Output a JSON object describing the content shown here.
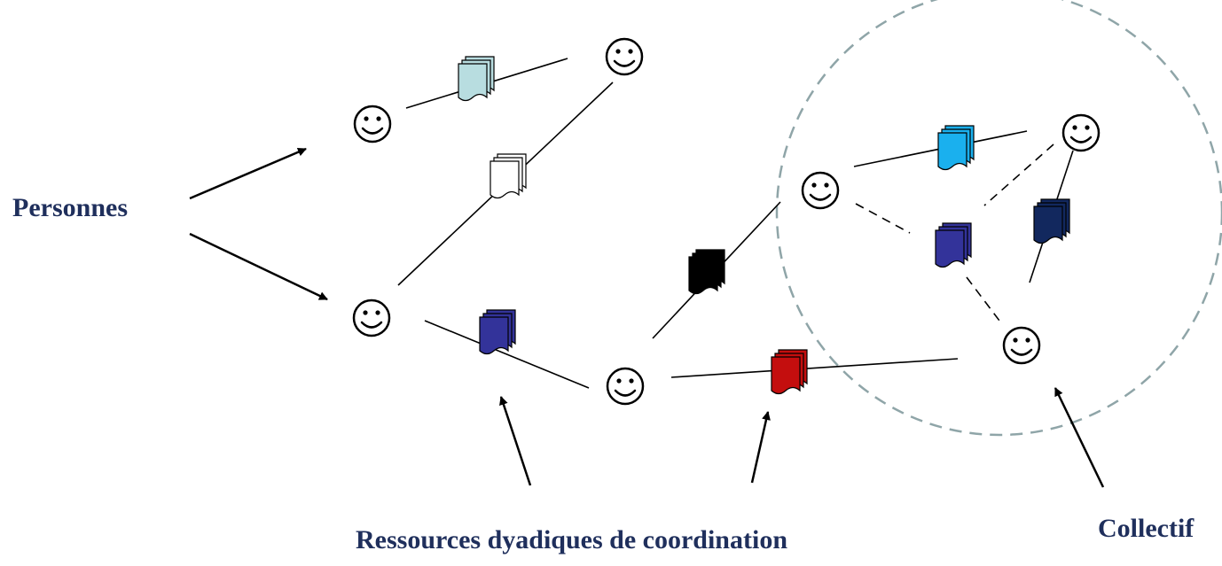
{
  "labels": {
    "personnes": "Personnes",
    "ressources": "Ressources dyadiques de coordination",
    "collectif": "Collectif"
  },
  "colors": {
    "label_text": "#1f2f5c",
    "line": "#000000",
    "circle_dash": "#8fa5a8",
    "doc_light_teal": "#b8dde0",
    "doc_white": "#ffffff",
    "doc_indigo": "#33339a",
    "doc_black": "#000000",
    "doc_red": "#c40e0e",
    "doc_sky_blue": "#1ab0ee",
    "doc_navy": "#12285e"
  },
  "icons": {
    "person": "smiley-face-icon",
    "resource": "document-stack-icon"
  },
  "diagram": {
    "persons": [
      "p1",
      "p2",
      "p3",
      "p4",
      "p5",
      "p6",
      "p7"
    ],
    "resources": [
      {
        "id": "r1",
        "color": "light_teal",
        "link": "p1-p2"
      },
      {
        "id": "r2",
        "color": "white",
        "link": "p2-p3"
      },
      {
        "id": "r3",
        "color": "indigo",
        "link": "p3-p4"
      },
      {
        "id": "r4",
        "color": "black",
        "link": "p4-p5"
      },
      {
        "id": "r5",
        "color": "red",
        "link": "p4-p7"
      },
      {
        "id": "r6",
        "color": "sky_blue",
        "link": "p5-p6"
      },
      {
        "id": "r7",
        "color": "indigo",
        "link": "p5-p7"
      },
      {
        "id": "r8",
        "color": "navy",
        "link": "p6-p7"
      }
    ],
    "collective_members": [
      "p5",
      "p6",
      "p7"
    ]
  }
}
